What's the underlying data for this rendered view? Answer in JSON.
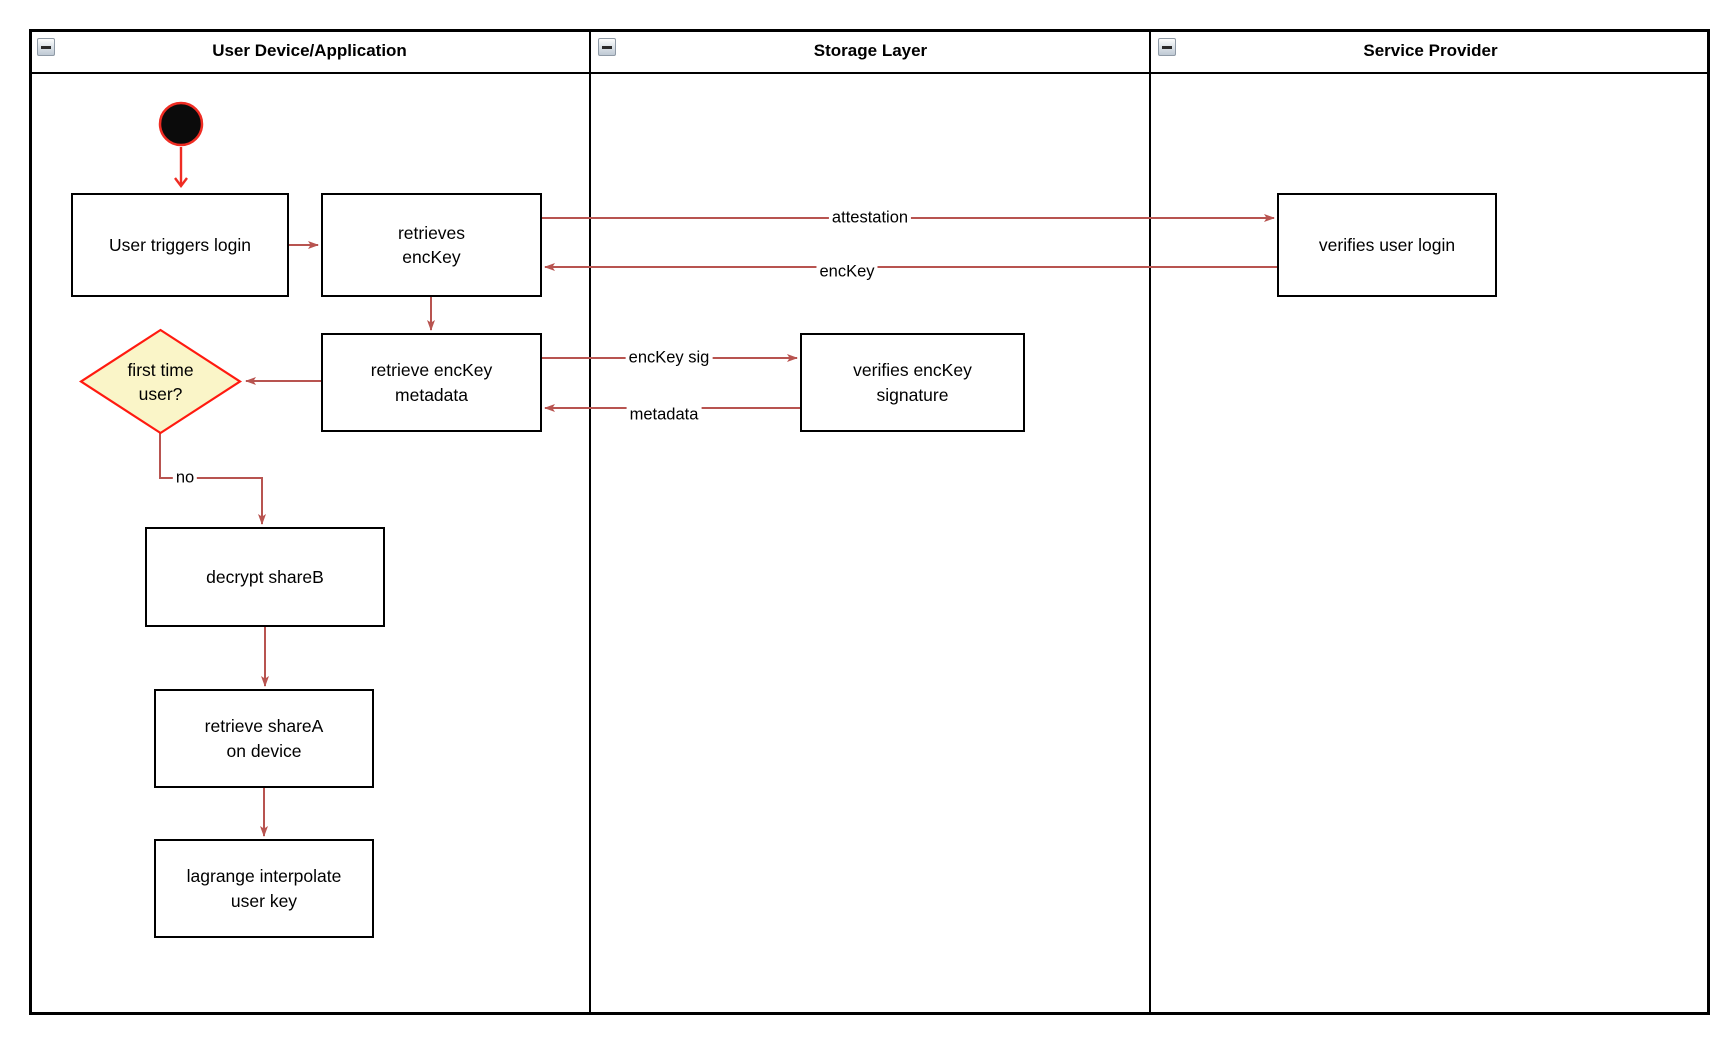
{
  "diagram": {
    "type": "uml-activity-swimlane",
    "lanes": [
      {
        "title": "User Device/Application",
        "collapse_icon": "minus-icon"
      },
      {
        "title": "Storage Layer",
        "collapse_icon": "minus-icon"
      },
      {
        "title": "Service Provider",
        "collapse_icon": "minus-icon"
      }
    ],
    "nodes": {
      "start": {
        "type": "initial-node",
        "shape": "filled-circle"
      },
      "user_triggers_login": {
        "label": "User triggers login",
        "lane": "User Device/Application"
      },
      "retrieves_enckey": {
        "label": "retrieves\nencKey",
        "lane": "User Device/Application"
      },
      "verifies_user_login": {
        "label": "verifies user login",
        "lane": "Service Provider"
      },
      "retrieve_enckey_metadata": {
        "label": "retrieve encKey\nmetadata",
        "lane": "User Device/Application"
      },
      "verifies_enckey_signature": {
        "label": "verifies encKey\nsignature",
        "lane": "Storage Layer"
      },
      "first_time_user": {
        "label": "first time\nuser?",
        "lane": "User Device/Application",
        "shape": "decision-diamond"
      },
      "decrypt_shareb": {
        "label": "decrypt shareB",
        "lane": "User Device/Application"
      },
      "retrieve_sharea": {
        "label": "retrieve shareA\non device",
        "lane": "User Device/Application"
      },
      "lagrange_interpolate": {
        "label": "lagrange interpolate\nuser key",
        "lane": "User Device/Application"
      }
    },
    "edge_labels": {
      "attestation": "attestation",
      "enckey": "encKey",
      "enckey_sig": "encKey sig",
      "metadata": "metadata",
      "no": "no"
    },
    "colors": {
      "edge": "#B85450",
      "start_edge": "#EF2C23",
      "decision_fill": "#FAF5C8",
      "decision_border": "#FF1A10",
      "node_fill": "#FFFFFF",
      "node_border": "#000000",
      "start_fill": "#0B0B0B"
    }
  }
}
